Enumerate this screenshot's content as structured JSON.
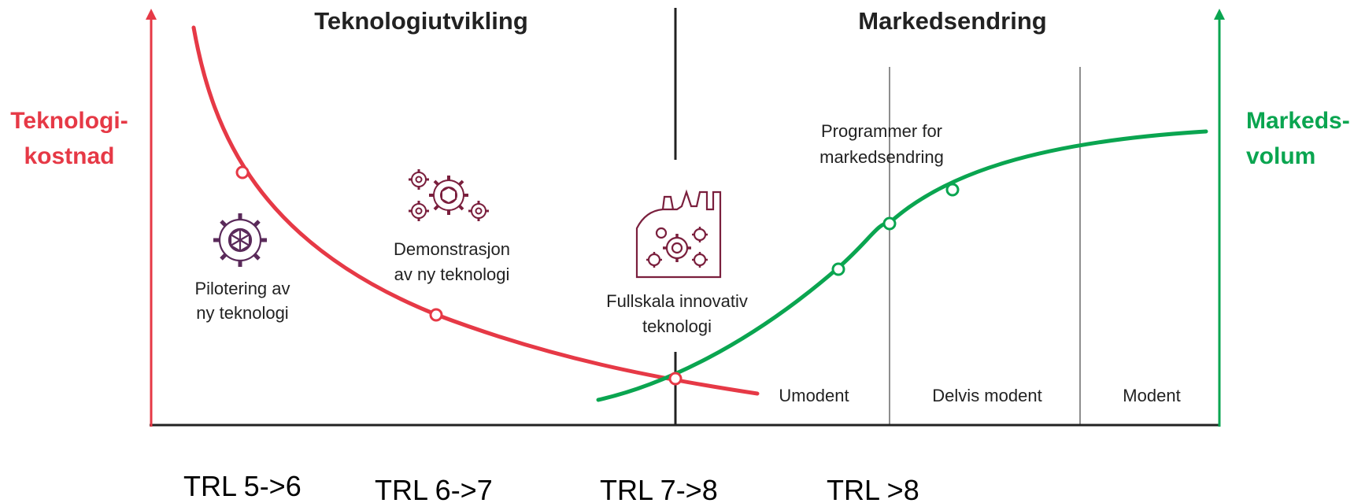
{
  "sections": {
    "left_title": "Teknologiutvikling",
    "right_title": "Markedsendring"
  },
  "axes": {
    "left_label_line1": "Teknologi-",
    "left_label_line2": "kostnad",
    "right_label_line1": "Markeds-",
    "right_label_line2": "volum"
  },
  "stages": {
    "pilot_line1": "Pilotering av",
    "pilot_line2": "ny teknologi",
    "demo_line1": "Demonstrasjon",
    "demo_line2": "av ny teknologi",
    "full_line1": "Fullskala innovativ",
    "full_line2": "teknologi",
    "program_line1": "Programmer for",
    "program_line2": "markedsendring"
  },
  "maturity": {
    "immature": "Umodent",
    "partly": "Delvis modent",
    "mature": "Modent"
  },
  "trl": [
    "TRL 5->6",
    "TRL 6->7",
    "TRL 7->8",
    "TRL >8"
  ],
  "colors": {
    "cost": "#e63946",
    "market": "#0aa550",
    "icon": "#7a1f3d",
    "axis": "#222222"
  },
  "icons": [
    "gear-icon",
    "gears-cluster-icon",
    "factory-icon"
  ]
}
